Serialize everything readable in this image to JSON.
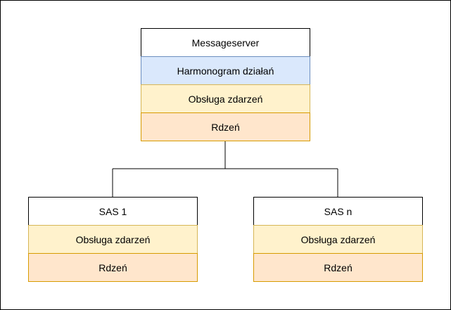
{
  "diagram": {
    "server": {
      "title": "Messageserver",
      "schedule": "Harmonogram działań",
      "events": "Obsługa zdarzeń",
      "core": "Rdzeń"
    },
    "sas_left": {
      "title": "SAS 1",
      "events": "Obsługa zdarzeń",
      "core": "Rdzeń"
    },
    "sas_right": {
      "title": "SAS n",
      "events": "Obsługa zdarzeń",
      "core": "Rdzeń"
    }
  },
  "colors": {
    "title_fill": "#ffffff",
    "schedule_fill": "#dae8fc",
    "events_fill": "#fff2cc",
    "core_fill": "#ffe6cc",
    "line": "#000000"
  }
}
